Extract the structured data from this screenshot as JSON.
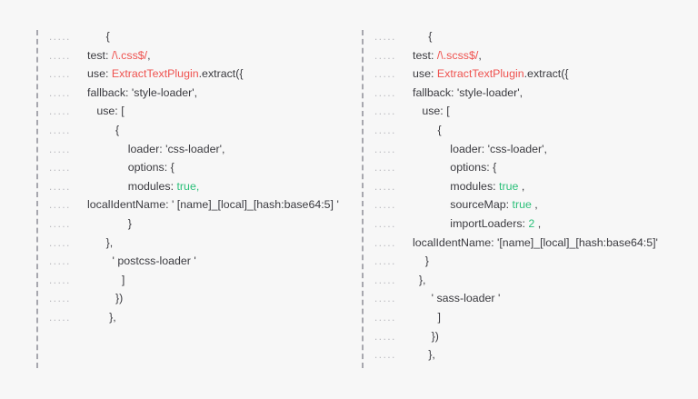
{
  "page": {
    "background_color": "#f7f7f7",
    "text_color": "#3b3b40",
    "accent_red": "#ef5350",
    "accent_green": "#2cc07a",
    "gutter_dots": "....."
  },
  "panels": [
    {
      "id": "css-rule-panel",
      "name": "webpack-css-loader-rule",
      "lines": [
        [
          {
            "t": "      {",
            "c": "plain"
          }
        ],
        [
          {
            "t": "test: ",
            "c": "plain"
          },
          {
            "t": "/\\.css$/",
            "c": "red"
          },
          {
            "t": ",",
            "c": "plain"
          }
        ],
        [
          {
            "t": "use: ",
            "c": "plain"
          },
          {
            "t": "ExtractTextPlugin",
            "c": "red"
          },
          {
            "t": ".extract({",
            "c": "plain"
          }
        ],
        [
          {
            "t": "fallback: 'style-loader',",
            "c": "plain"
          }
        ],
        [
          {
            "t": "   use: [",
            "c": "plain"
          }
        ],
        [
          {
            "t": "         {",
            "c": "plain"
          }
        ],
        [
          {
            "t": "             loader: 'css-loader',",
            "c": "plain"
          }
        ],
        [
          {
            "t": "             options: {",
            "c": "plain"
          }
        ],
        [
          {
            "t": "             modules: ",
            "c": "plain"
          },
          {
            "t": "true,",
            "c": "green"
          }
        ],
        [
          {
            "t": "localIdentName: ' [name]_[local]_[hash:base64:5] '",
            "c": "plain"
          }
        ],
        [
          {
            "t": "             }",
            "c": "plain"
          }
        ],
        [
          {
            "t": "      },",
            "c": "plain"
          }
        ],
        [
          {
            "t": "        ' postcss-loader '",
            "c": "plain"
          }
        ],
        [
          {
            "t": "           ]",
            "c": "plain"
          }
        ],
        [
          {
            "t": "         })",
            "c": "plain"
          }
        ],
        [
          {
            "t": "       },",
            "c": "plain"
          }
        ]
      ]
    },
    {
      "id": "scss-rule-panel",
      "name": "webpack-scss-loader-rule",
      "lines": [
        [
          {
            "t": "     {",
            "c": "plain"
          }
        ],
        [
          {
            "t": "test: ",
            "c": "plain"
          },
          {
            "t": "/\\.scss$/",
            "c": "red"
          },
          {
            "t": ",",
            "c": "plain"
          }
        ],
        [
          {
            "t": "use: ",
            "c": "plain"
          },
          {
            "t": "ExtractTextPlugin",
            "c": "red"
          },
          {
            "t": ".extract({",
            "c": "plain"
          }
        ],
        [
          {
            "t": "fallback: 'style-loader',",
            "c": "plain"
          }
        ],
        [
          {
            "t": "   use: [",
            "c": "plain"
          }
        ],
        [
          {
            "t": "        {",
            "c": "plain"
          }
        ],
        [
          {
            "t": "            loader: 'css-loader',",
            "c": "plain"
          }
        ],
        [
          {
            "t": "            options: {",
            "c": "plain"
          }
        ],
        [
          {
            "t": "            modules: ",
            "c": "plain"
          },
          {
            "t": "true",
            "c": "green"
          },
          {
            "t": " ,",
            "c": "plain"
          }
        ],
        [
          {
            "t": "            sourceMap: ",
            "c": "plain"
          },
          {
            "t": "true",
            "c": "green"
          },
          {
            "t": " ,",
            "c": "plain"
          }
        ],
        [
          {
            "t": "            importLoaders: ",
            "c": "plain"
          },
          {
            "t": "2",
            "c": "green"
          },
          {
            "t": " ,",
            "c": "plain"
          }
        ],
        [
          {
            "t": "localIdentName: '[name]_[local]_[hash:base64:5]'",
            "c": "plain"
          }
        ],
        [
          {
            "t": "    }",
            "c": "plain"
          }
        ],
        [
          {
            "t": "  },",
            "c": "plain"
          }
        ],
        [
          {
            "t": "      ' sass-loader '",
            "c": "plain"
          }
        ],
        [
          {
            "t": "        ]",
            "c": "plain"
          }
        ],
        [
          {
            "t": "      })",
            "c": "plain"
          }
        ],
        [
          {
            "t": "     },",
            "c": "plain"
          }
        ]
      ]
    }
  ]
}
